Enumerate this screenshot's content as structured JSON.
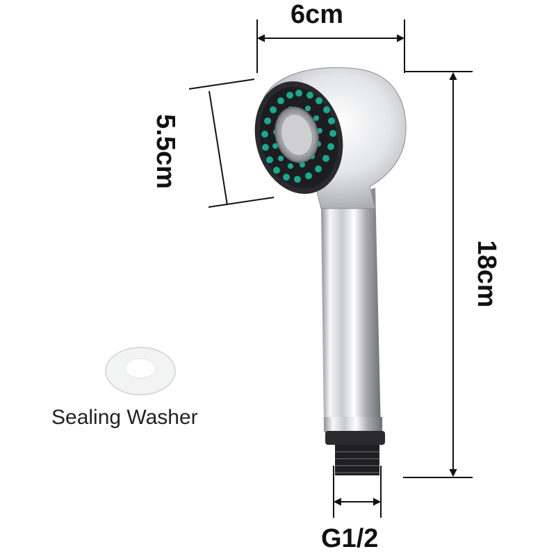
{
  "dimensions": {
    "width": "6cm",
    "head_height": "5.5cm",
    "length": "18cm",
    "thread": "G1/2"
  },
  "parts": {
    "washer_label": "Sealing Washer"
  },
  "colors": {
    "chrome_light": "#f4f4f6",
    "chrome_dark": "#9a9ca2",
    "nozzle_face": "#1d1d1f",
    "nozzle_dots": "#1aa88f",
    "dimension_lines": "#111111",
    "washer": "#f2f3f3"
  }
}
